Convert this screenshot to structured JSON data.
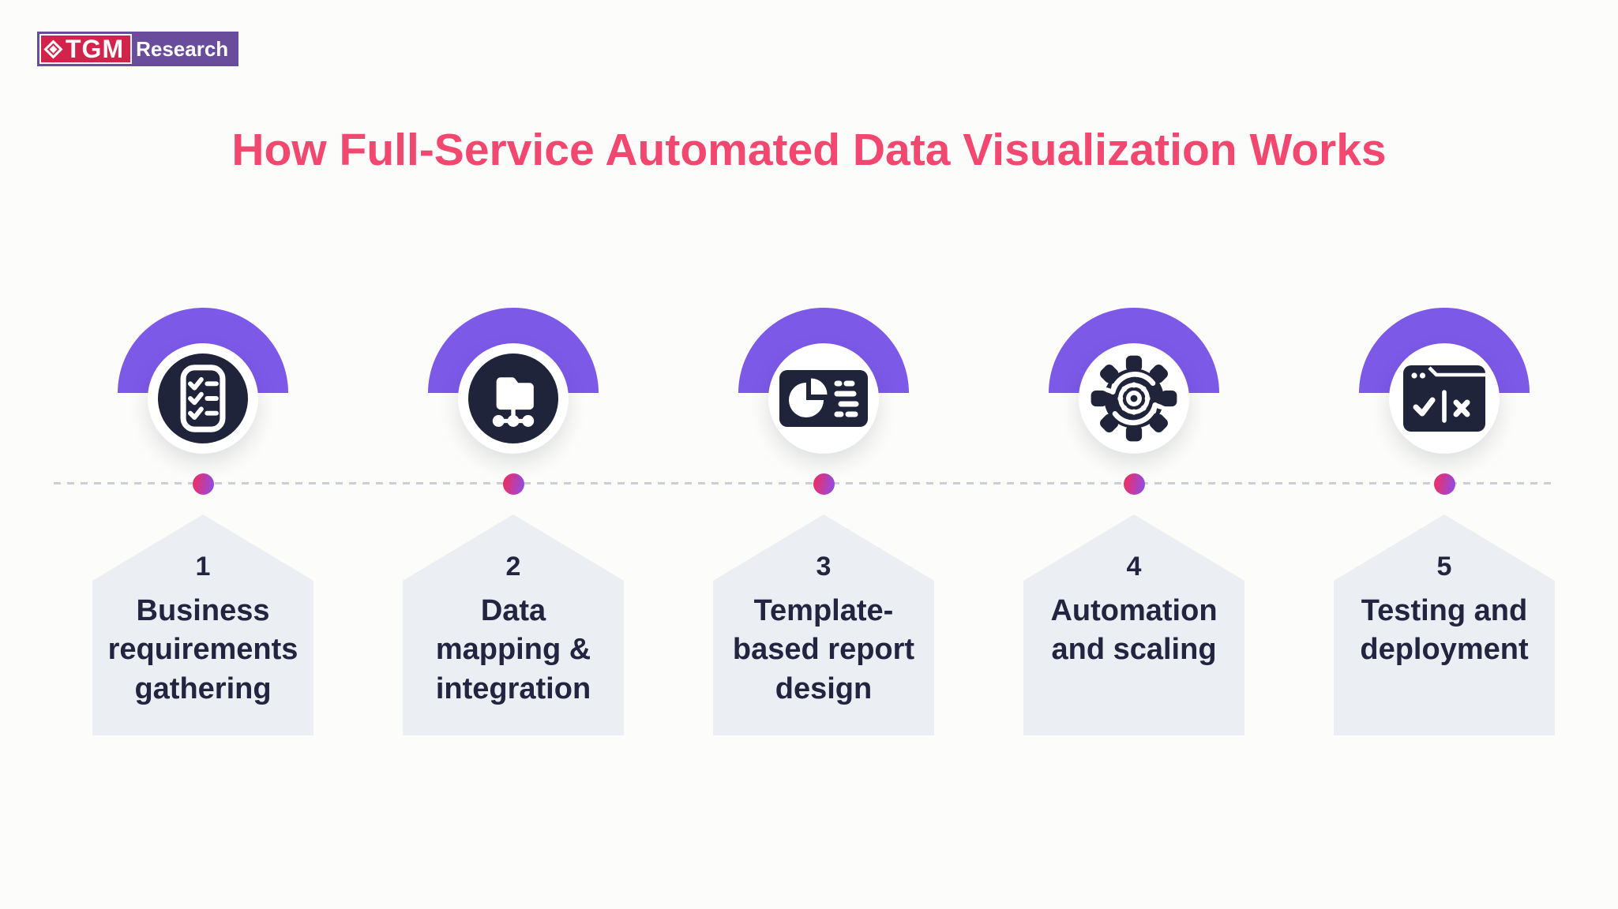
{
  "header": {
    "logo": {
      "tgm": "TGM",
      "research": "Research"
    },
    "title": "How Full-Service Automated Data Visualization Works"
  },
  "colors": {
    "background": "#FCFCFA",
    "title_pink": "#F2486F",
    "arc_purple": "#7D59E8",
    "icon_navy": "#20243A",
    "pentagon_gray": "#EBEEF2",
    "label_navy": "#232440",
    "dot_pink": "#E7316E",
    "dot_purple": "#9A49D9",
    "dash_gray": "#CDCFD8",
    "logo_red": "#D2234A",
    "logo_purple": "#6A4C9C"
  },
  "timeline": {
    "steps": [
      {
        "number": "1",
        "label": "Business\nrequirements\ngathering",
        "icon": "checklist-icon"
      },
      {
        "number": "2",
        "label": "Data\nmapping &\nintegration",
        "icon": "folder-network-icon"
      },
      {
        "number": "3",
        "label": "Template-\nbased report\ndesign",
        "icon": "dashboard-report-icon"
      },
      {
        "number": "4",
        "label": "Automation\nand scaling",
        "icon": "gear-automation-icon"
      },
      {
        "number": "5",
        "label": "Testing and\ndeployment",
        "icon": "testing-window-icon"
      }
    ]
  }
}
